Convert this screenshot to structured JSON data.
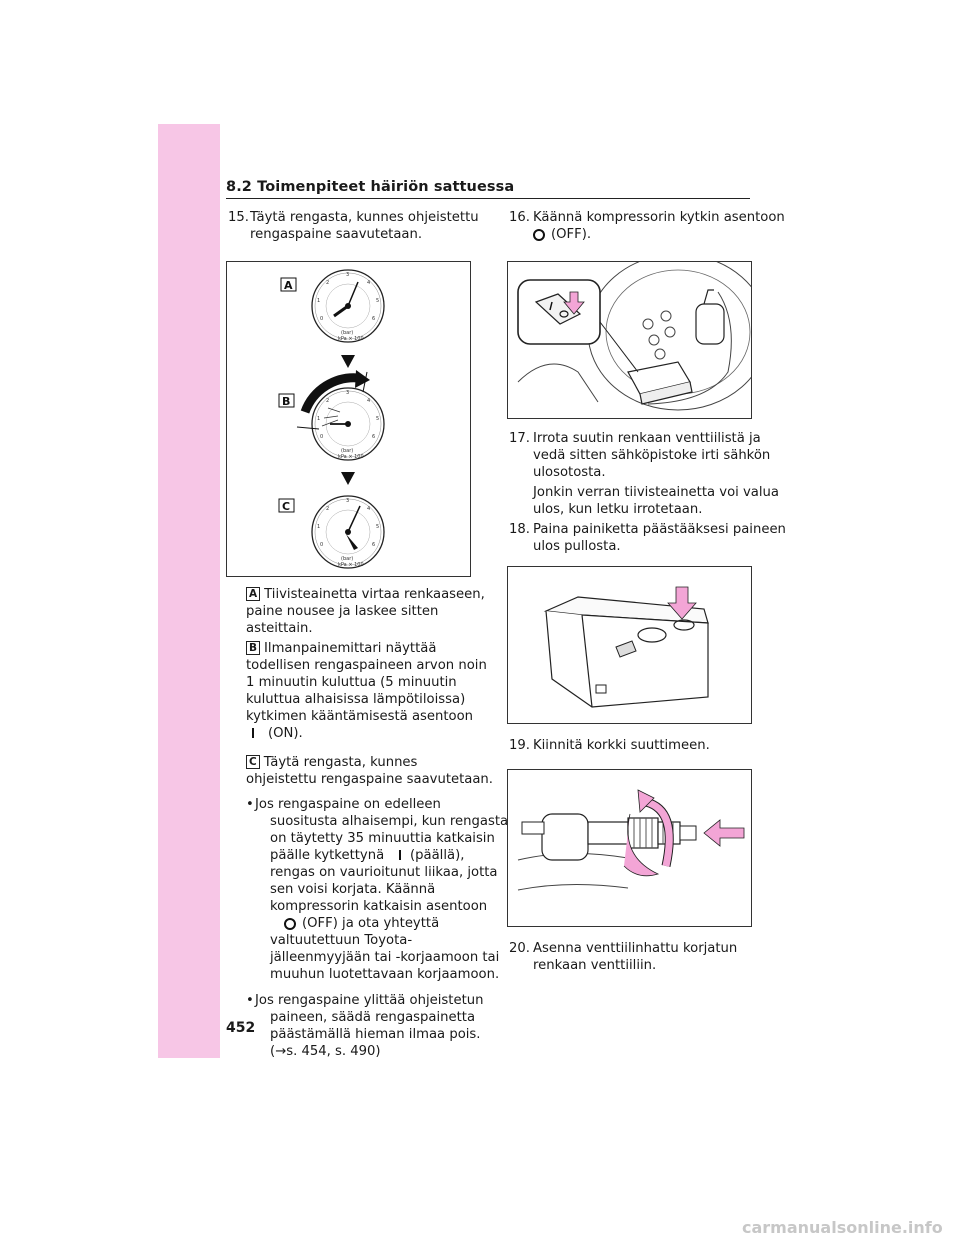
{
  "header": {
    "section": "8.2 Toimenpiteet häiriön sattuessa"
  },
  "page_number": "452",
  "left": {
    "step15": {
      "num": "15.",
      "line1": "Täytä rengasta, kunnes ohjeistettu",
      "line2": "rengaspaine saavutetaan."
    },
    "figure_labels": [
      "A",
      "B",
      "C"
    ],
    "gauge": {
      "unit1": "(bar)",
      "unit2": "kPa × 100",
      "scale": [
        "0",
        "1",
        "2",
        "3",
        "4",
        "5",
        "6"
      ]
    },
    "note_a": {
      "label": "A",
      "line1": "Tiivisteainetta virtaa renkaaseen,",
      "line2": "paine nousee ja laskee sitten",
      "line3": "asteittain."
    },
    "note_b": {
      "label": "B",
      "line1": "Ilmanpainemittari näyttää",
      "line2": "todellisen rengaspaineen arvon noin",
      "line3": "1 minuutin kuluttua (5 minuutin",
      "line4": "kuluttua alhaisissa lämpötiloissa)",
      "line5": "kytkimen kääntämisestä asentoon",
      "line6": "(ON)."
    },
    "note_c": {
      "label": "C",
      "line1": "Täytä rengasta, kunnes",
      "line2": "ohjeistettu rengaspaine saavutetaan."
    },
    "bullet1": {
      "line1": "Jos rengaspaine on edelleen",
      "line2": "suositusta alhaisempi, kun rengasta",
      "line3": "on täytetty 35 minuuttia katkaisin",
      "line4a": "päälle kytkettynä",
      "line4b": "(päällä),",
      "line5": "rengas on vaurioitunut liikaa, jotta",
      "line6": "sen voisi korjata. Käännä",
      "line7": "kompressorin katkaisin asentoon",
      "line8": "(OFF) ja ota yhteyttä",
      "line9": "valtuutettuun Toyota-",
      "line10": "jälleenmyyjään tai -korjaamoon tai",
      "line11": "muuhun luotettavaan korjaamoon."
    },
    "bullet2": {
      "line1": "Jos rengaspaine ylittää ohjeistetun",
      "line2": "paineen, säädä rengaspainetta",
      "line3": "päästämällä hieman ilmaa pois.",
      "line4": "(→s. 454, s. 490)"
    }
  },
  "right": {
    "step16": {
      "num": "16.",
      "line1": "Käännä kompressorin kytkin asentoon",
      "line2": "(OFF)."
    },
    "step17": {
      "num": "17.",
      "line1": "Irrota suutin renkaan venttiilistä ja",
      "line2": "vedä sitten sähköpistoke irti sähkön",
      "line3": "ulosotosta.",
      "line4": "Jonkin verran tiivisteainetta voi valua",
      "line5": "ulos, kun letku irrotetaan."
    },
    "step18": {
      "num": "18.",
      "line1": "Paina painiketta päästääksesi paineen",
      "line2": "ulos pullosta."
    },
    "step19": {
      "num": "19.",
      "line1": "Kiinnitä korkki suuttimeen."
    },
    "step20": {
      "num": "20.",
      "line1": "Asenna venttiilinhattu korjatun",
      "line2": "renkaan venttiiliin."
    }
  },
  "watermark": "carmanualsonline.info",
  "colors": {
    "sidebar": "#f7c6e6",
    "arrow": "#f3a5d6"
  }
}
